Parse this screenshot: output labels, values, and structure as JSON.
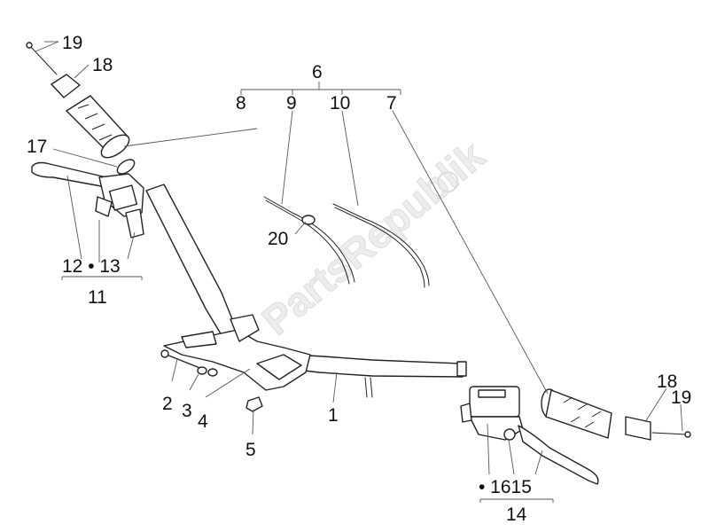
{
  "watermark": {
    "text": "PartsRepublik"
  },
  "callouts": {
    "c19a": "19",
    "c18a": "18",
    "c6": "6",
    "c8": "8",
    "c9": "9",
    "c10": "10",
    "c7": "7",
    "c17": "17",
    "c20": "20",
    "c12_13": "12 • 13",
    "c11": "11",
    "c2": "2",
    "c3": "3",
    "c4": "4",
    "c5": "5",
    "c1": "1",
    "c18b": "18",
    "c19b": "19",
    "c16_15": "• 1615",
    "c14": "14"
  },
  "colors": {
    "line": "#222222",
    "leader": "#555555",
    "watermark": "#dcdcdc"
  }
}
